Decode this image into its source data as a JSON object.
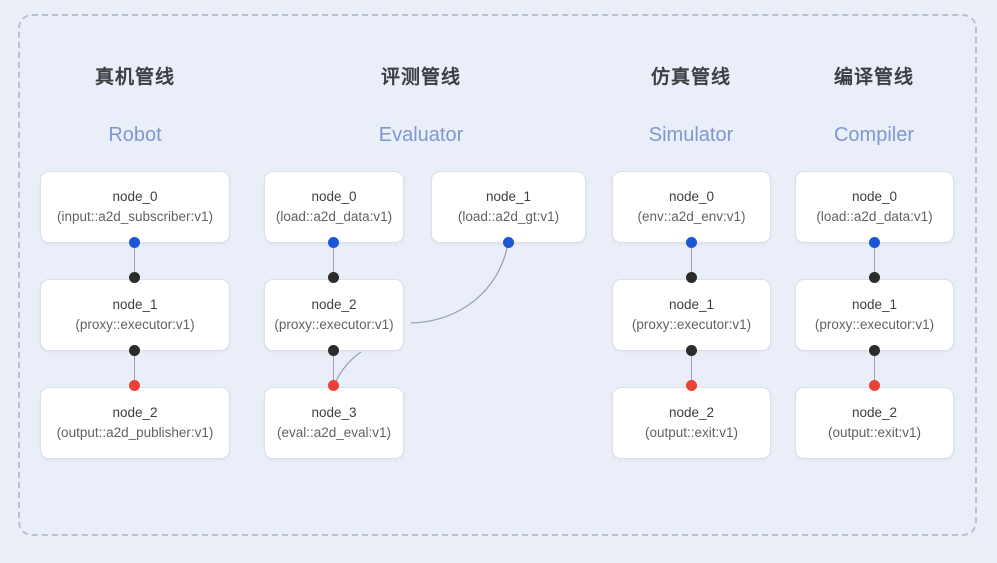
{
  "diagram": {
    "title_visible": false,
    "colors": {
      "background": "#eaeff8",
      "panel_border": "#b9c0ce",
      "node_bg": "#ffffff",
      "node_border": "#dcdfe5",
      "port_blue": "#1a56d6",
      "port_black": "#2b2b2b",
      "port_red": "#ea4335",
      "edge": "#9aa3b2",
      "heading_cn": "#3c4043",
      "heading_en": "#8097cf"
    },
    "columns": [
      {
        "key": "robot",
        "title_cn": "真机管线",
        "title_en": "Robot",
        "nodes": [
          {
            "name": "node_0",
            "detail": "(input::a2d_subscriber:v1)"
          },
          {
            "name": "node_1",
            "detail": "(proxy::executor:v1)"
          },
          {
            "name": "node_2",
            "detail": "(output::a2d_publisher:v1)"
          }
        ]
      },
      {
        "key": "evaluator",
        "title_cn": "评测管线",
        "title_en": "Evaluator",
        "nodes": [
          {
            "name": "node_0",
            "detail": "(load::a2d_data:v1)"
          },
          {
            "name": "node_1",
            "detail": "(load::a2d_gt:v1)"
          },
          {
            "name": "node_2",
            "detail": "(proxy::executor:v1)"
          },
          {
            "name": "node_3",
            "detail": "(eval::a2d_eval:v1)"
          }
        ]
      },
      {
        "key": "simulator",
        "title_cn": "仿真管线",
        "title_en": "Simulator",
        "nodes": [
          {
            "name": "node_0",
            "detail": "(env::a2d_env:v1)"
          },
          {
            "name": "node_1",
            "detail": "(proxy::executor:v1)"
          },
          {
            "name": "node_2",
            "detail": "(output::exit:v1)"
          }
        ]
      },
      {
        "key": "compiler",
        "title_cn": "编译管线",
        "title_en": "Compiler",
        "nodes": [
          {
            "name": "node_0",
            "detail": "(load::a2d_data:v1)"
          },
          {
            "name": "node_1",
            "detail": "(proxy::executor:v1)"
          },
          {
            "name": "node_2",
            "detail": "(output::exit:v1)"
          }
        ]
      }
    ]
  }
}
